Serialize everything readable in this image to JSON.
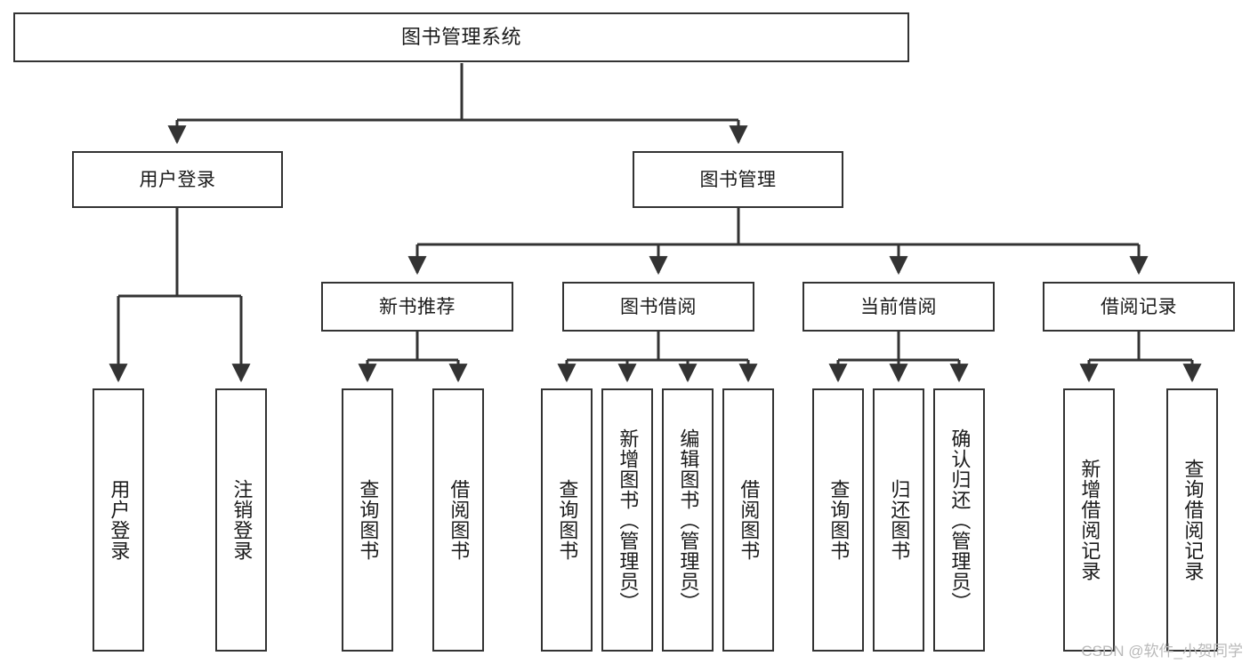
{
  "diagram": {
    "type": "tree-hierarchy-chart",
    "title": "图书管理系统",
    "colors": {
      "box_border": "#333333",
      "box_fill": "#ffffff",
      "connector": "#333333",
      "background": "#ffffff",
      "watermark": "#b9b9b9"
    },
    "root": {
      "label": "图书管理系统"
    },
    "level2": [
      {
        "label": "用户登录"
      },
      {
        "label": "图书管理"
      }
    ],
    "level3": [
      {
        "label": "新书推荐"
      },
      {
        "label": "图书借阅"
      },
      {
        "label": "当前借阅"
      },
      {
        "label": "借阅记录"
      }
    ],
    "leaves": {
      "user_login": [
        {
          "label": "用户登录"
        },
        {
          "label": "注销登录"
        }
      ],
      "new_book_recommend": [
        {
          "label": "查询图书"
        },
        {
          "label": "借阅图书"
        }
      ],
      "book_borrow": [
        {
          "label": "查询图书"
        },
        {
          "label": "新增图书（管理员）"
        },
        {
          "label": "编辑图书（管理员）"
        },
        {
          "label": "借阅图书"
        }
      ],
      "current_borrow": [
        {
          "label": "查询图书"
        },
        {
          "label": "归还图书"
        },
        {
          "label": "确认归还（管理员）"
        }
      ],
      "borrow_record": [
        {
          "label": "新增借阅记录"
        },
        {
          "label": "查询借阅记录"
        }
      ]
    }
  },
  "watermark": {
    "text": "CSDN @软件_小贺同学"
  }
}
